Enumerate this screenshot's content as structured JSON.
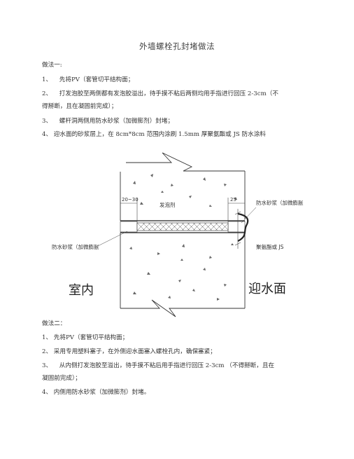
{
  "title": "外墙螺栓孔封堵做法",
  "method1": {
    "heading": "做法一:",
    "steps": [
      {
        "num": "1、",
        "text": "先将PV（套管切平结构面；"
      },
      {
        "num": "2、",
        "text": "打发泡胶至两侧都有发泡胶溢出，待手摸不粘后两侧均用手指进行回压 2-3cm（不",
        "cont": "得掰断，且在凝固前完成）；"
      },
      {
        "num": "3、",
        "text": "螺杆洞两侧用防水砂浆（加微膨剂）封堵；"
      },
      {
        "num": "4、",
        "text": "迎水面的砂浆层上，在 8cm*8cm 范围内涂刷 1.5mm 厚聚氨酯或 JS 防水涂料"
      }
    ]
  },
  "diagram": {
    "dim_left": "20~30",
    "dim_right": "25",
    "label_foam": "发泡剂",
    "label_mortar_right": "防水砂浆（加微膨胀",
    "label_mortar_left": "防水砂浆（加微膨胀",
    "label_coating": "聚氨酯或 JS",
    "label_indoor": "室内",
    "label_waterside": "迎水面"
  },
  "method2": {
    "heading": "做法二：",
    "steps": [
      {
        "num": "1、",
        "text": "先将PV（套管切平结构面；"
      },
      {
        "num": "2、",
        "text": "采用专用塑料塞子，在外侧迎水面塞入螺栓孔内，确保塞紧；"
      },
      {
        "num": "3、",
        "text": "从内侧打发泡胶至溢出，待手摸不粘后用手指进行回压    2-3cm （不得掰断，且在",
        "cont": "凝固前完成）；"
      },
      {
        "num": "4、",
        "text": "内侧用防水砂浆（加微膨剂）封堵。"
      }
    ]
  }
}
